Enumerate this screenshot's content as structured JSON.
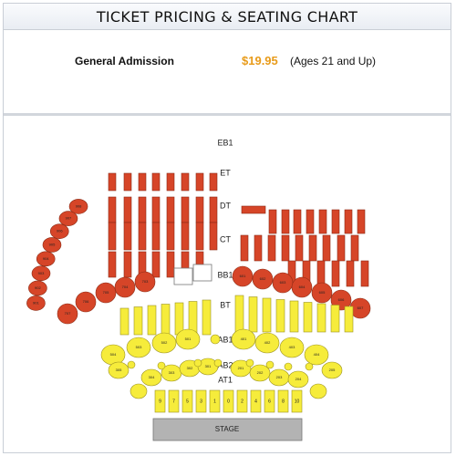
{
  "header": {
    "title": "TICKET PRICING & SEATING CHART"
  },
  "pricing": {
    "admission_label": "General Admission",
    "price": "$19.95",
    "note": "(Ages 21 and Up)",
    "price_color": "#e89b1a"
  },
  "colors": {
    "red": "#d64528",
    "yellow": "#f6ec3b",
    "stage": "#b3b3b3"
  },
  "chart": {
    "section_labels": [
      "EB1",
      "ET",
      "DT",
      "CT",
      "BB1",
      "BT",
      "AB1",
      "AB2",
      "AT1"
    ],
    "stage_label": "STAGE",
    "eb1_labels": [
      "908",
      "907",
      "906",
      "905",
      "904",
      "903",
      "902",
      "901"
    ],
    "bb1_left_labels": [
      "707",
      "706",
      "705",
      "704",
      "703"
    ],
    "bb1_right_labels": [
      "601",
      "602",
      "603",
      "604",
      "605",
      "606",
      "607"
    ],
    "ab1_labels": [
      "504",
      "503",
      "502",
      "501",
      "401",
      "402",
      "403",
      "404"
    ],
    "ab2_labels": [
      "305",
      "304",
      "303",
      "302",
      "301",
      "201",
      "202",
      "203",
      "204",
      "205"
    ],
    "at1_labels": [
      "9",
      "7",
      "5",
      "3",
      "1",
      "0",
      "2",
      "4",
      "6",
      "8",
      "10"
    ]
  }
}
